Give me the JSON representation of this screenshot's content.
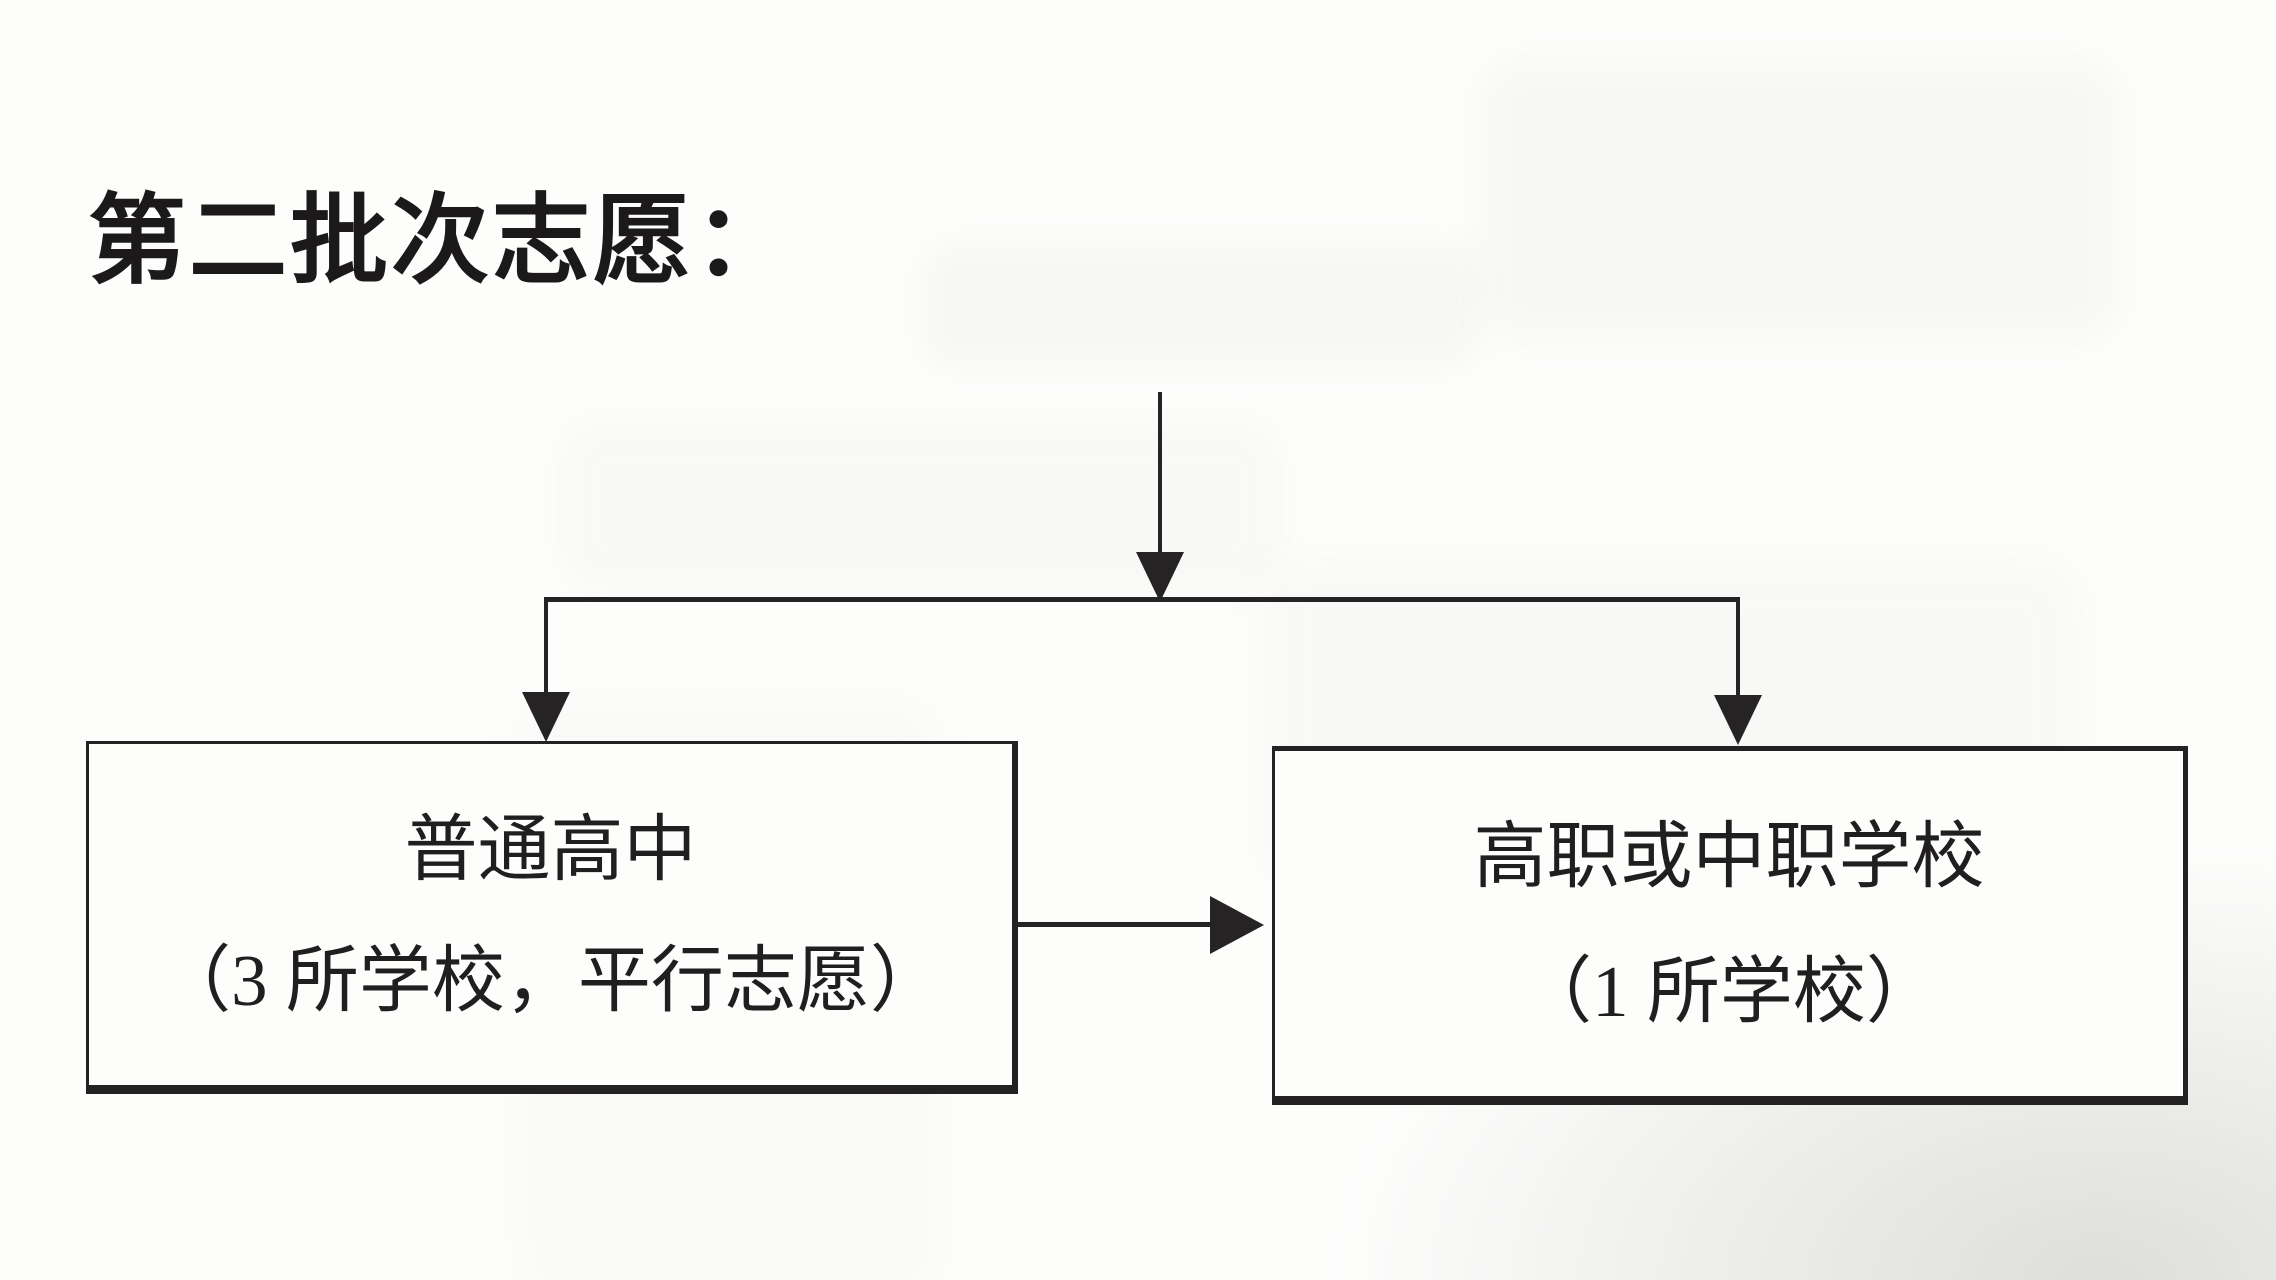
{
  "diagram": {
    "type": "flowchart",
    "title": "第二批次志愿：",
    "ink_color": "#262324",
    "paper_color": "#fdfdfc",
    "nodes": [
      {
        "id": "general-high-school",
        "line1": "普通高中",
        "line2": "（3 所学校，平行志愿）"
      },
      {
        "id": "vocational-school",
        "line1": "高职或中职学校",
        "line2": "（1 所学校）"
      }
    ],
    "edges": [
      {
        "from": "entry",
        "to": "split-bar",
        "style": "arrow-down"
      },
      {
        "from": "split-bar",
        "to": "general-high-school",
        "style": "arrow-down"
      },
      {
        "from": "split-bar",
        "to": "vocational-school",
        "style": "arrow-down"
      },
      {
        "from": "general-high-school",
        "to": "vocational-school",
        "style": "arrow-right"
      }
    ]
  }
}
